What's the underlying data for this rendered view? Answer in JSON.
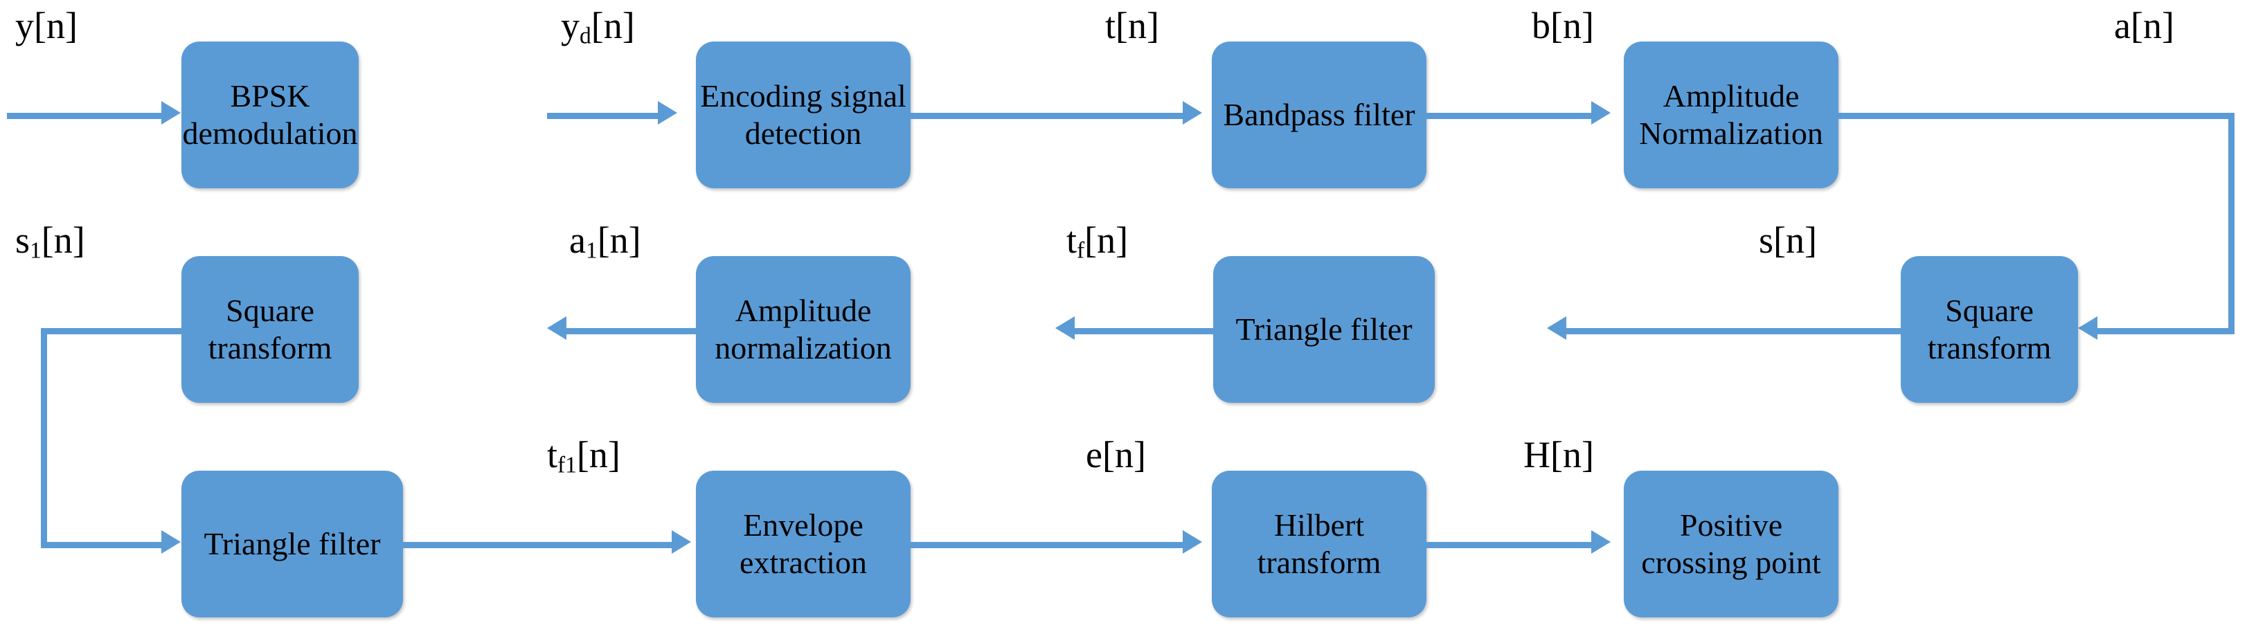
{
  "diagram": {
    "title": "Signal processing block diagram",
    "accent_color": "#5B9BD5",
    "text_color": "#000000",
    "background_color": "#FFFFFF",
    "rows": 3,
    "flow_order": [
      "y[n]",
      "BPSK demodulation",
      "yd[n]",
      "Encoding signal detection",
      "t[n]",
      "Bandpass filter",
      "b[n]",
      "Amplitude Normalization",
      "a[n]",
      "Square transform",
      "s[n]",
      "Triangle filter",
      "tf[n]",
      "Amplitude normalization",
      "a1[n]",
      "Square transform",
      "s1[n]",
      "Triangle filter",
      "tf1[n]",
      "Envelope extraction",
      "e[n]",
      "Hilbert transform",
      "H[n]",
      "Positive crossing point"
    ],
    "blocks": [
      {
        "id": "bpsk-demodulation",
        "lines": [
          "BPSK",
          "demodulation"
        ]
      },
      {
        "id": "encoding-signal-detection",
        "lines": [
          "Encoding signal",
          "detection"
        ]
      },
      {
        "id": "bandpass-filter",
        "lines": [
          "Bandpass filter"
        ]
      },
      {
        "id": "amplitude-normalization-1",
        "lines": [
          "Amplitude",
          "Normalization"
        ]
      },
      {
        "id": "square-transform-1",
        "lines": [
          "Square",
          "transform"
        ]
      },
      {
        "id": "triangle-filter-1",
        "lines": [
          "Triangle filter"
        ]
      },
      {
        "id": "amplitude-normalization-2",
        "lines": [
          "Amplitude",
          "normalization"
        ]
      },
      {
        "id": "square-transform-2",
        "lines": [
          "Square",
          "transform"
        ]
      },
      {
        "id": "triangle-filter-2",
        "lines": [
          "Triangle filter"
        ]
      },
      {
        "id": "envelope-extraction",
        "lines": [
          "Envelope",
          "extraction"
        ]
      },
      {
        "id": "hilbert-transform",
        "lines": [
          "Hilbert",
          "transform"
        ]
      },
      {
        "id": "positive-crossing-point",
        "lines": [
          "Positive",
          "crossing point"
        ]
      }
    ],
    "signals": [
      {
        "id": "y",
        "base": "y",
        "sub": "",
        "bracket": "[n]"
      },
      {
        "id": "yd",
        "base": "y",
        "sub": "d",
        "bracket": "[n]"
      },
      {
        "id": "t",
        "base": "t",
        "sub": "",
        "bracket": "[n]"
      },
      {
        "id": "b",
        "base": "b",
        "sub": "",
        "bracket": "[n]"
      },
      {
        "id": "a",
        "base": "a",
        "sub": "",
        "bracket": "[n]"
      },
      {
        "id": "s",
        "base": "s",
        "sub": "",
        "bracket": "[n]"
      },
      {
        "id": "tf",
        "base": "t",
        "sub": "f",
        "bracket": "[n]"
      },
      {
        "id": "a1",
        "base": "a",
        "sub": "1",
        "bracket": "[n]"
      },
      {
        "id": "s1",
        "base": "s",
        "sub": "1",
        "bracket": "[n]"
      },
      {
        "id": "tf1",
        "base": "t",
        "sub": "f1",
        "bracket": "[n]"
      },
      {
        "id": "e",
        "base": "e",
        "sub": "",
        "bracket": "[n]"
      },
      {
        "id": "H",
        "base": "H",
        "sub": "",
        "bracket": "[n]"
      }
    ]
  }
}
